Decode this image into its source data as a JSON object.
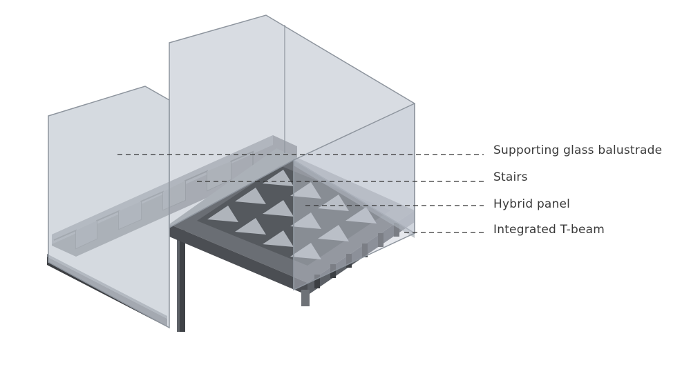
{
  "labels": [
    {
      "id": "supporting-glass-balustrade",
      "text": "Supporting glass balustrade"
    },
    {
      "id": "stairs",
      "text": "Stairs"
    },
    {
      "id": "hybrid-panel",
      "text": "Hybrid panel"
    },
    {
      "id": "integrated-t-beam",
      "text": "Integrated T-beam"
    }
  ],
  "colors": {
    "glass": "#c7cdd6",
    "glass_edge": "#8e959e",
    "steel_dark": "#4a4d52",
    "steel_mid": "#6b6f75",
    "steel_light": "#8f9399",
    "leader": "#333333"
  }
}
